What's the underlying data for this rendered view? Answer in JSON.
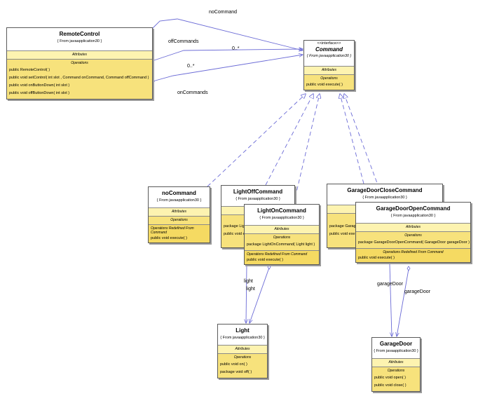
{
  "classes": {
    "remote_control": {
      "name": "RemoteControl",
      "from": "{ From javaapplication30 }",
      "attributes_label": "Attributes",
      "operations_label": "Operations",
      "operations": [
        "public RemoteControl( )",
        "public void  setControl( int slot , Command onCommand, Command offCommand )",
        "public void  onButtonDown( int slot )",
        "public void  offButtonDown( int slot )"
      ]
    },
    "command": {
      "stereotype": "<<interface>>",
      "name": "Command",
      "from": "{ From javaapplication30 }",
      "attributes_label": "Attributes",
      "operations_label": "Operations",
      "operations": [
        "public void  execute( )"
      ]
    },
    "no_command": {
      "name": "noCommand",
      "from": "{ From javaapplication30 }",
      "attributes_label": "Attributes",
      "operations_label": "Operations",
      "redefined_label": "Operations Redefined From Command",
      "redefined": [
        "public void  execute( )"
      ]
    },
    "light_off_command": {
      "name": "LightOffCommand",
      "from": "{ From javaapplication30 }",
      "partial_operations": [
        "package  Light",
        "public void  e"
      ]
    },
    "light_on_command": {
      "name": "LightOnCommand",
      "from": "{ From javaapplication30 }",
      "attributes_label": "Attributes",
      "operations_label": "Operations",
      "operations": [
        "package  LightOnCommand( Light light )"
      ],
      "redefined_label": "Operations Redefined From Command",
      "redefined": [
        "public void  execute( )"
      ]
    },
    "light": {
      "name": "Light",
      "from": "{ From javaapplication30 }",
      "attributes_label": "Attributes",
      "operations_label": "Operations",
      "operations": [
        "public void  on( )",
        "package void  off( )"
      ]
    },
    "garage_door_close_command": {
      "name": "GarageDoorCloseCommand",
      "from": "{ From javaapplication30 }",
      "partial_operations": [
        "package  Garage",
        "public void  exe"
      ]
    },
    "garage_door_open_command": {
      "name": "GarageDoorOpenCommand",
      "from": "{ From javaapplication30 }",
      "attributes_label": "Attributes",
      "operations_label": "Operations",
      "operations": [
        "package  GarageDoorOpenCommand( GarageDoor garageDoor )"
      ],
      "redefined_label": "Operations Redefined From Command",
      "redefined": [
        "public void  execute( )"
      ]
    },
    "garage_door": {
      "name": "GarageDoor",
      "from": "{ From javaapplication30 }",
      "attributes_label": "Attributes",
      "operations_label": "Operations",
      "operations": [
        "public void  open( )",
        "public void  close( )"
      ]
    }
  },
  "associations": {
    "no_command_role": "noCommand",
    "off_commands_role": "offCommands",
    "on_commands_role": "onCommands",
    "mult_off": "0..*",
    "mult_on": "0..*",
    "light_role_a": "light",
    "light_role_b": "light",
    "garage_role_a": "garageDoor",
    "garage_role_b": "garageDoor"
  },
  "colors": {
    "line": "#6b6bd6",
    "header": "#ffffff",
    "attributes": "#fdf3b0",
    "operations": "#f7e27c",
    "redefined": "#f5da62"
  }
}
